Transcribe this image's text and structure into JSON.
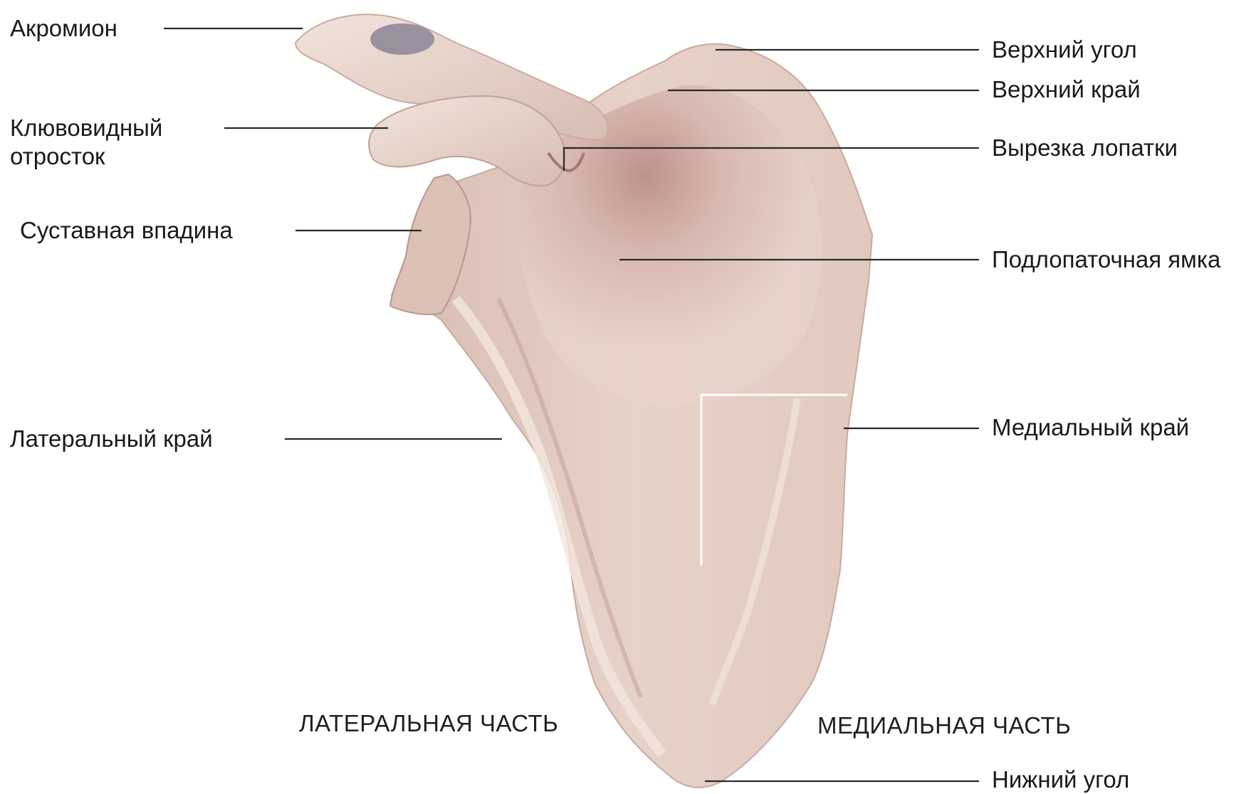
{
  "labels": {
    "acromion": "Акромион",
    "coracoid_line1": "Клювовидный",
    "coracoid_line2": "отросток",
    "glenoid": "Суставная впадина",
    "lateral_border": "Латеральный край",
    "superior_angle": "Верхний угол",
    "superior_border": "Верхний край",
    "scapular_notch": "Вырезка лопатки",
    "subscapular_fossa": "Подлопаточная ямка",
    "medial_border": "Медиальный край",
    "inferior_angle": "Нижний угол",
    "lateral_part": "ЛАТЕРАЛЬНАЯ ЧАСТЬ",
    "medial_part": "МЕДИАЛЬНАЯ ЧАСТЬ"
  },
  "colors": {
    "bone": "#e6cfc6",
    "bone_shadow": "#b88a82",
    "bone_light": "#f2e3dc",
    "leader_line": "#2a2a2a",
    "cartilage": "#8c8496"
  }
}
